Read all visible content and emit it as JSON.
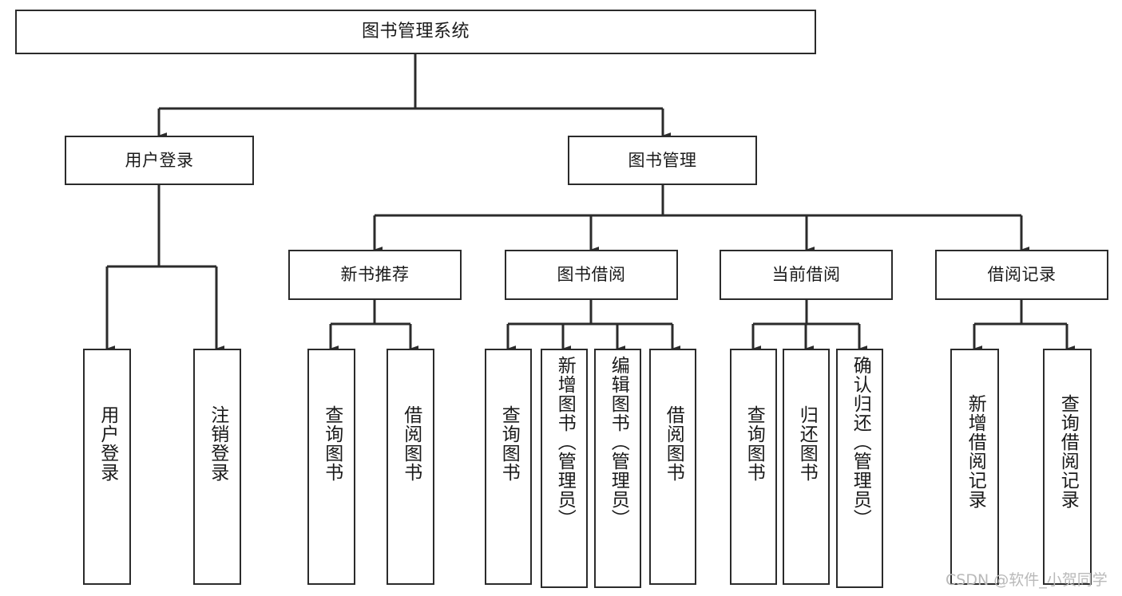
{
  "diagram": {
    "title": "图书管理系统",
    "type": "hierarchy-tree",
    "levels": 4,
    "line_color": "#2b2b2b",
    "box_fill": "#ffffff",
    "text_color": "#1a1a1a"
  },
  "root": {
    "label": "图书管理系统"
  },
  "level2": [
    {
      "label": "用户登录"
    },
    {
      "label": "图书管理"
    }
  ],
  "level3": [
    {
      "label": "新书推荐"
    },
    {
      "label": "图书借阅"
    },
    {
      "label": "当前借阅"
    },
    {
      "label": "借阅记录"
    }
  ],
  "leaves": {
    "user_login": [
      {
        "label": "用户登录"
      },
      {
        "label": "注销登录"
      }
    ],
    "new_book_recommend": [
      {
        "label": "查询图书"
      },
      {
        "label": "借阅图书"
      }
    ],
    "book_borrow": [
      {
        "label": "查询图书"
      },
      {
        "label": "新增图书（管理员）"
      },
      {
        "label": "编辑图书（管理员）"
      },
      {
        "label": "借阅图书"
      }
    ],
    "current_borrow": [
      {
        "label": "查询图书"
      },
      {
        "label": "归还图书"
      },
      {
        "label": "确认归还（管理员）"
      }
    ],
    "borrow_record": [
      {
        "label": "新增借阅记录"
      },
      {
        "label": "查询借阅记录"
      }
    ]
  },
  "watermark": {
    "text": "CSDN @软件_小贺同学"
  }
}
